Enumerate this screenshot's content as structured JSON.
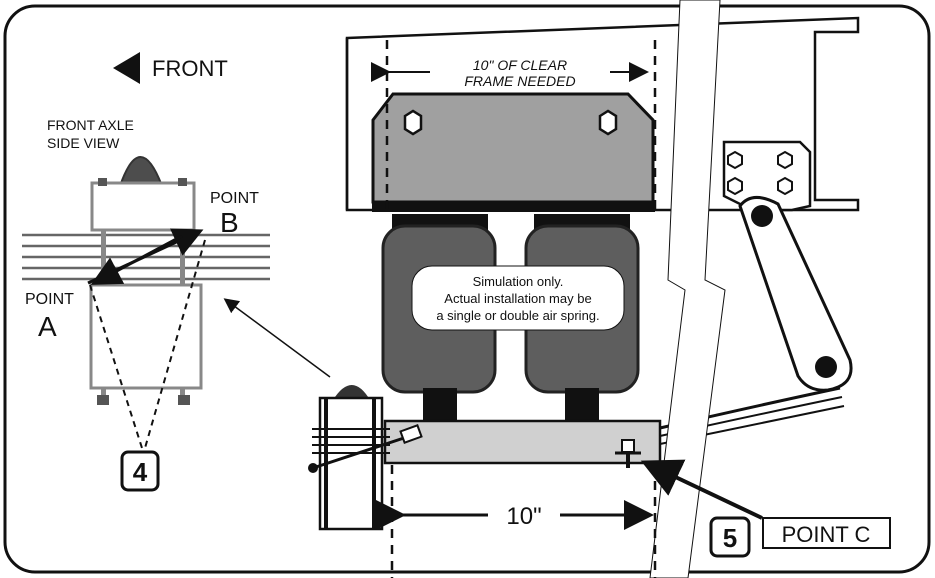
{
  "labels": {
    "front": "FRONT",
    "axle_view_line1": "FRONT AXLE",
    "axle_view_line2": "SIDE VIEW",
    "point_a_word": "POINT",
    "point_a_letter": "A",
    "point_b_word": "POINT",
    "point_b_letter": "B",
    "clearance_line1": "10\" OF CLEAR",
    "clearance_line2": "FRAME NEEDED",
    "note_line1": "Simulation only.",
    "note_line2": "Actual installation may be",
    "note_line3": "a single or double air spring.",
    "dimension": "10\"",
    "step_4": "4",
    "step_5": "5",
    "point_c": "POINT C"
  },
  "colors": {
    "outline": "#111111",
    "air_spring": "#595959",
    "bracket": "#9a9a9a",
    "frame_rail": "#ffffff",
    "arrow": "#111111"
  }
}
